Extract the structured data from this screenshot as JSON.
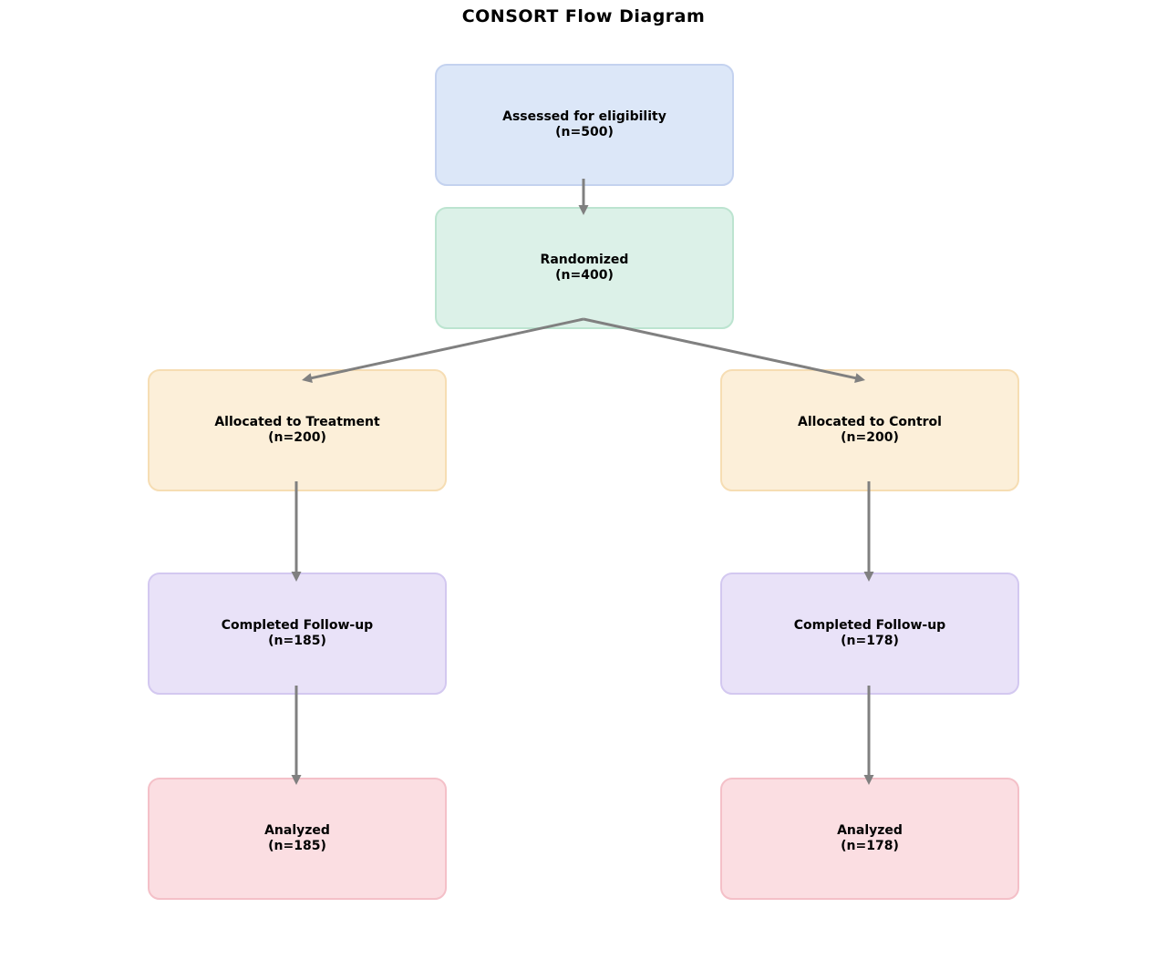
{
  "title": "CONSORT Flow Diagram",
  "colors": {
    "background": "#ffffff",
    "text": "#000000",
    "arrow": "#808080"
  },
  "nodes": {
    "assessed": {
      "label": "Assessed for eligibility",
      "count": "(n=500)",
      "fill": "#dce7f8",
      "border": "#c4d2ef"
    },
    "randomized": {
      "label": "Randomized",
      "count": "(n=400)",
      "fill": "#dcf1e8",
      "border": "#bce4d0"
    },
    "allocated_treatment": {
      "label": "Allocated to Treatment",
      "count": "(n=200)",
      "fill": "#fcefd9",
      "border": "#f6ddb3"
    },
    "allocated_control": {
      "label": "Allocated to Control",
      "count": "(n=200)",
      "fill": "#fcefd9",
      "border": "#f6ddb3"
    },
    "followup_treatment": {
      "label": "Completed Follow-up",
      "count": "(n=185)",
      "fill": "#e9e2f8",
      "border": "#d3c8f0"
    },
    "followup_control": {
      "label": "Completed Follow-up",
      "count": "(n=178)",
      "fill": "#e9e2f8",
      "border": "#d3c8f0"
    },
    "analyzed_treatment": {
      "label": "Analyzed",
      "count": "(n=185)",
      "fill": "#fbdee2",
      "border": "#f4c0c8"
    },
    "analyzed_control": {
      "label": "Analyzed",
      "count": "(n=178)",
      "fill": "#fbdee2",
      "border": "#f4c0c8"
    }
  },
  "edges": [
    {
      "from": "assessed",
      "to": "randomized"
    },
    {
      "from": "randomized",
      "to": "allocated_treatment"
    },
    {
      "from": "randomized",
      "to": "allocated_control"
    },
    {
      "from": "allocated_treatment",
      "to": "followup_treatment"
    },
    {
      "from": "allocated_control",
      "to": "followup_control"
    },
    {
      "from": "followup_treatment",
      "to": "analyzed_treatment"
    },
    {
      "from": "followup_control",
      "to": "analyzed_control"
    }
  ]
}
